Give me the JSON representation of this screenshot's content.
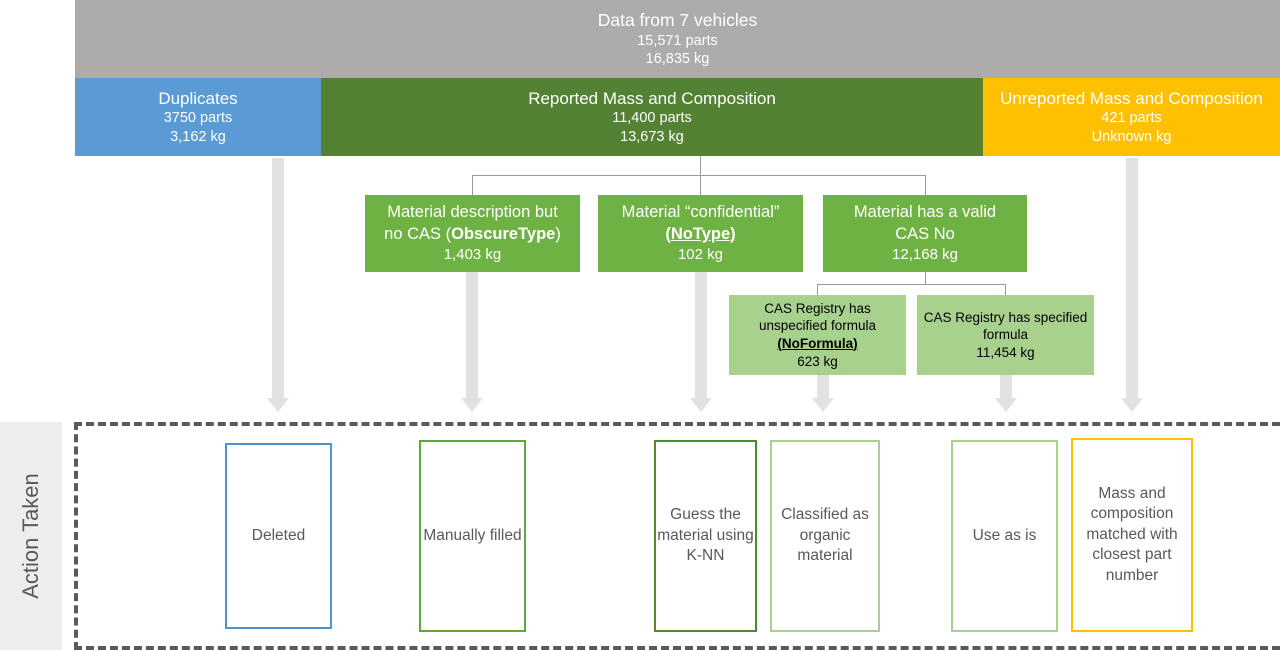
{
  "top_bar": {
    "title": "Data from 7 vehicles",
    "parts": "15,571 parts",
    "mass": "16,835 kg",
    "color": "#AEABAB"
  },
  "segments": [
    {
      "title": "Duplicates",
      "parts": "3750 parts",
      "mass": "3,162 kg",
      "color": "#5B9BD5"
    },
    {
      "title": "Reported Mass and Composition",
      "parts": "11,400 parts",
      "mass": "13,673 kg",
      "color": "#548235"
    },
    {
      "title": "Unreported Mass and Composition",
      "parts": "421 parts",
      "mass": "Unknown kg",
      "color": "#FFC000"
    }
  ],
  "mid_boxes": [
    {
      "line1": "Material description but",
      "line2_pre": "no CAS (",
      "line2_kw": "ObscureType",
      "line2_post": ")",
      "mass": "1,403 kg",
      "color": "#6FB244"
    },
    {
      "line1": "Material “confidential”",
      "line2_pre": "(",
      "line2_kw": "NoType",
      "line2_post": ")",
      "mass": "102 kg",
      "color": "#6FB244"
    },
    {
      "line1": "Material has a valid",
      "line2_plain": "CAS No",
      "mass": "12,168 kg",
      "color": "#6FB244"
    }
  ],
  "leaf_boxes": [
    {
      "line1": "CAS Registry has",
      "line2": "unspecified formula",
      "line3_pre": "(",
      "line3_kw": "NoFormula",
      "line3_post": ")",
      "mass": "623 kg",
      "color": "#A9D18E"
    },
    {
      "line1": "CAS Registry has specified",
      "line2": "formula",
      "mass": "11,454 kg",
      "color": "#A9D18E"
    }
  ],
  "action_band": {
    "label": "Action Taken",
    "label_bg": "#EDEDED",
    "border_color": "#5A5A5A",
    "boxes": [
      {
        "text": "Deleted",
        "color": "#4F93CE"
      },
      {
        "text": "Manually filled",
        "color": "#5FA83C"
      },
      {
        "text": "Guess the material using K-NN",
        "color": "#4E8B2A"
      },
      {
        "text": "Classified as organic material",
        "color": "#A9D18E"
      },
      {
        "text": "Use as is",
        "color": "#A9D18E"
      },
      {
        "text": "Mass and composition matched with closest part number",
        "color": "#FFC000"
      }
    ]
  },
  "arrow_color": "#E2E2E2",
  "connector_color": "#9A9A9A"
}
